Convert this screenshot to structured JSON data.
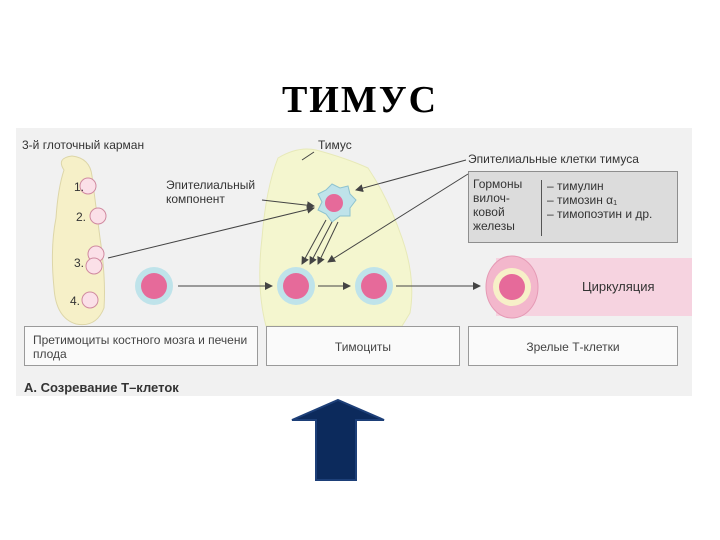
{
  "slide_title": "ТИМУС",
  "figure": {
    "label_pharyngeal_pouch": "3-й глоточный карман",
    "label_thymus": "Тимус",
    "label_epithelial_component": [
      "Эпителиальный",
      "компонент"
    ],
    "label_epithelial_cells": "Эпителиальные клетки тимуса",
    "pouch_numbers": [
      "1.",
      "2.",
      "3.",
      "4."
    ],
    "hormones_title": [
      "Гормоны",
      "вилоч-",
      "ковой",
      "железы"
    ],
    "hormones": [
      "– тимулин",
      "– тимозин α₁",
      "– тимопоэтин и др."
    ],
    "label_circulation": "Циркуляция",
    "stage_boxes": [
      "Претимоциты костного мозга и печени плода",
      "Тимоциты",
      "Зрелые Т-клетки"
    ],
    "caption": "А. Созревание Т–клеток"
  },
  "colors": {
    "cell_pink": "#e66a9a",
    "cell_halo": "#bfe3ea",
    "thymus_fill": "#f4f6cf",
    "arrow_fill": "#0c2a5c"
  }
}
